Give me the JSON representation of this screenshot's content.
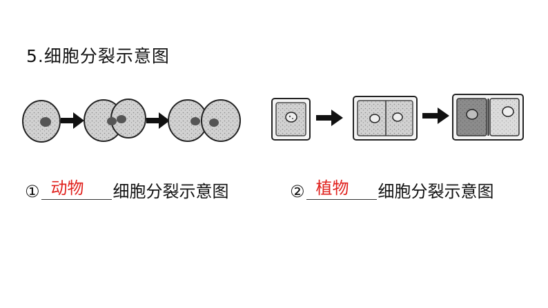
{
  "title": "5.细胞分裂示意图",
  "captions": [
    {
      "marker": "①",
      "answer": "动物",
      "text": "细胞分裂示意图"
    },
    {
      "marker": "②",
      "answer": "植物",
      "text": "细胞分裂示意图"
    }
  ],
  "colors": {
    "text": "#111111",
    "answer": "#e0201c",
    "cytoplasm": "#cfcfcf",
    "nucleus": "#555555",
    "plant_cytoplasm_dark": "#8c8c8c"
  }
}
